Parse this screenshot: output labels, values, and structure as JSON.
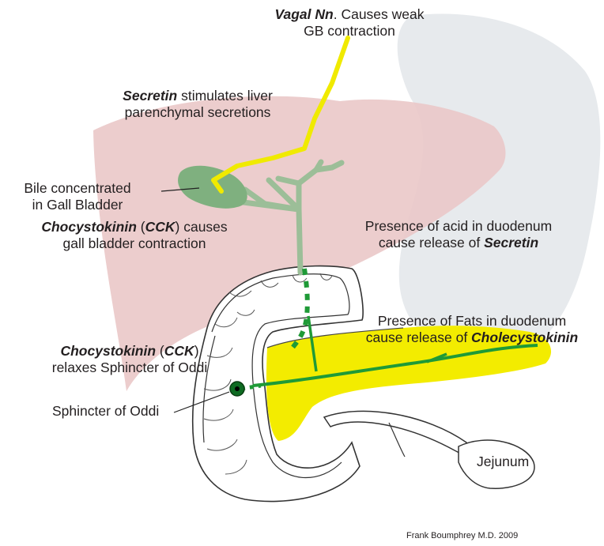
{
  "labels": {
    "vagal": {
      "bold": "Vagal Nn",
      "rest": ". Causes weak",
      "line2": "GB contraction"
    },
    "secretin_liver": {
      "bold": "Secretin",
      "rest": " stimulates liver",
      "line2": "parenchymal secretions"
    },
    "bile": {
      "line1": "Bile concentrated",
      "line2": "in Gall Bladder"
    },
    "cck_gb": {
      "bold1": "Chocystokinin",
      "mid1": " (",
      "bold2": "CCK",
      "rest": ") causes",
      "line2": "gall bladder contraction"
    },
    "acid": {
      "line1": "Presence of acid in duodenum",
      "pre": "cause release of ",
      "bold": "Secretin"
    },
    "fats": {
      "line1": "Presence of Fats in duodenum",
      "pre": "cause release of ",
      "bold": "Cholecystokinin"
    },
    "cck_oddi": {
      "bold1": "Chocystokinin",
      "mid1": " (",
      "bold2": "CCK",
      "mid2": ")",
      "line2": "relaxes Sphincter of Oddi"
    },
    "sphincter": "Sphincter of Oddi",
    "jejunum": "Jejunum"
  },
  "credit": "Frank Boumphrey M.D. 2009",
  "colors": {
    "liver": "#eac8c8",
    "stomach": "#e7eaed",
    "gall_bladder": "#7fb07f",
    "biliary_tree": "#9cbe98",
    "vagal_nerve": "#f0ea00",
    "pancreas": "#f3ec00",
    "pancreatic_duct": "#1f9a37",
    "sphincter": "#0e6b22",
    "outline": "#333333"
  }
}
